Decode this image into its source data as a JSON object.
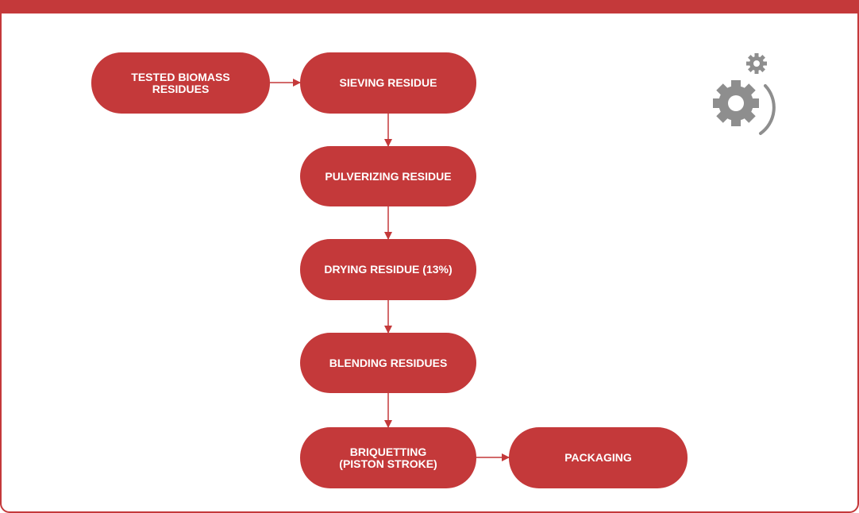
{
  "diagram": {
    "nodes": [
      {
        "id": "tested",
        "label": "TESTED BIOMASS\nRESIDUES"
      },
      {
        "id": "sieving",
        "label": "SIEVING RESIDUE"
      },
      {
        "id": "pulverizing",
        "label": "PULVERIZING RESIDUE"
      },
      {
        "id": "drying",
        "label": "DRYING RESIDUE (13%)"
      },
      {
        "id": "blending",
        "label": "BLENDING RESIDUES"
      },
      {
        "id": "briquetting",
        "label": "BRIQUETTING\n(PISTON STROKE)"
      },
      {
        "id": "packaging",
        "label": "PACKAGING"
      }
    ],
    "edges": [
      {
        "from": "tested",
        "to": "sieving"
      },
      {
        "from": "sieving",
        "to": "pulverizing"
      },
      {
        "from": "pulverizing",
        "to": "drying"
      },
      {
        "from": "drying",
        "to": "blending"
      },
      {
        "from": "blending",
        "to": "briquetting"
      },
      {
        "from": "briquetting",
        "to": "packaging"
      }
    ],
    "colors": {
      "accent": "#c4393a",
      "icon": "#8e8e8e"
    },
    "icon": "gears-icon"
  }
}
